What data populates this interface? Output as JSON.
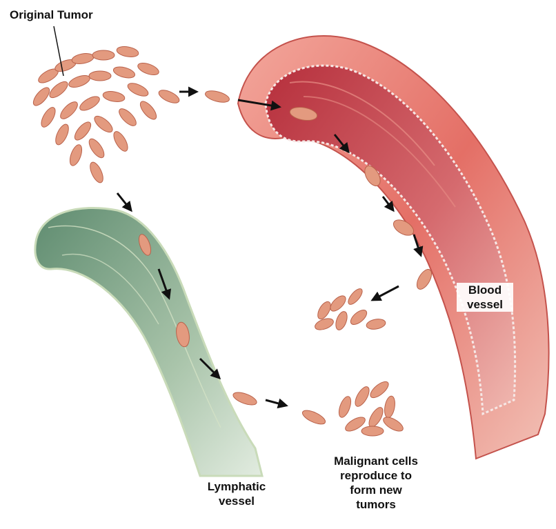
{
  "labels": {
    "original_tumor": "Original Tumor",
    "blood_vessel_line1": "Blood",
    "blood_vessel_line2": "vessel",
    "lymphatic_vessel_line1": "Lymphatic",
    "lymphatic_vessel_line2": "vessel",
    "malignant_line1": "Malignant cells",
    "malignant_line2": "reproduce to",
    "malignant_line3": "form new",
    "malignant_line4": "tumors"
  },
  "colors": {
    "tumor_cell": "#e39a7f",
    "tumor_cell_edge": "#b8614a",
    "blood_vessel_outer": "#e7786d",
    "blood_vessel_lumen": "#c9434c",
    "lymphatic_vessel": "#7ea288",
    "lymphatic_edge": "#b7cfa9",
    "arrow": "#111111"
  }
}
